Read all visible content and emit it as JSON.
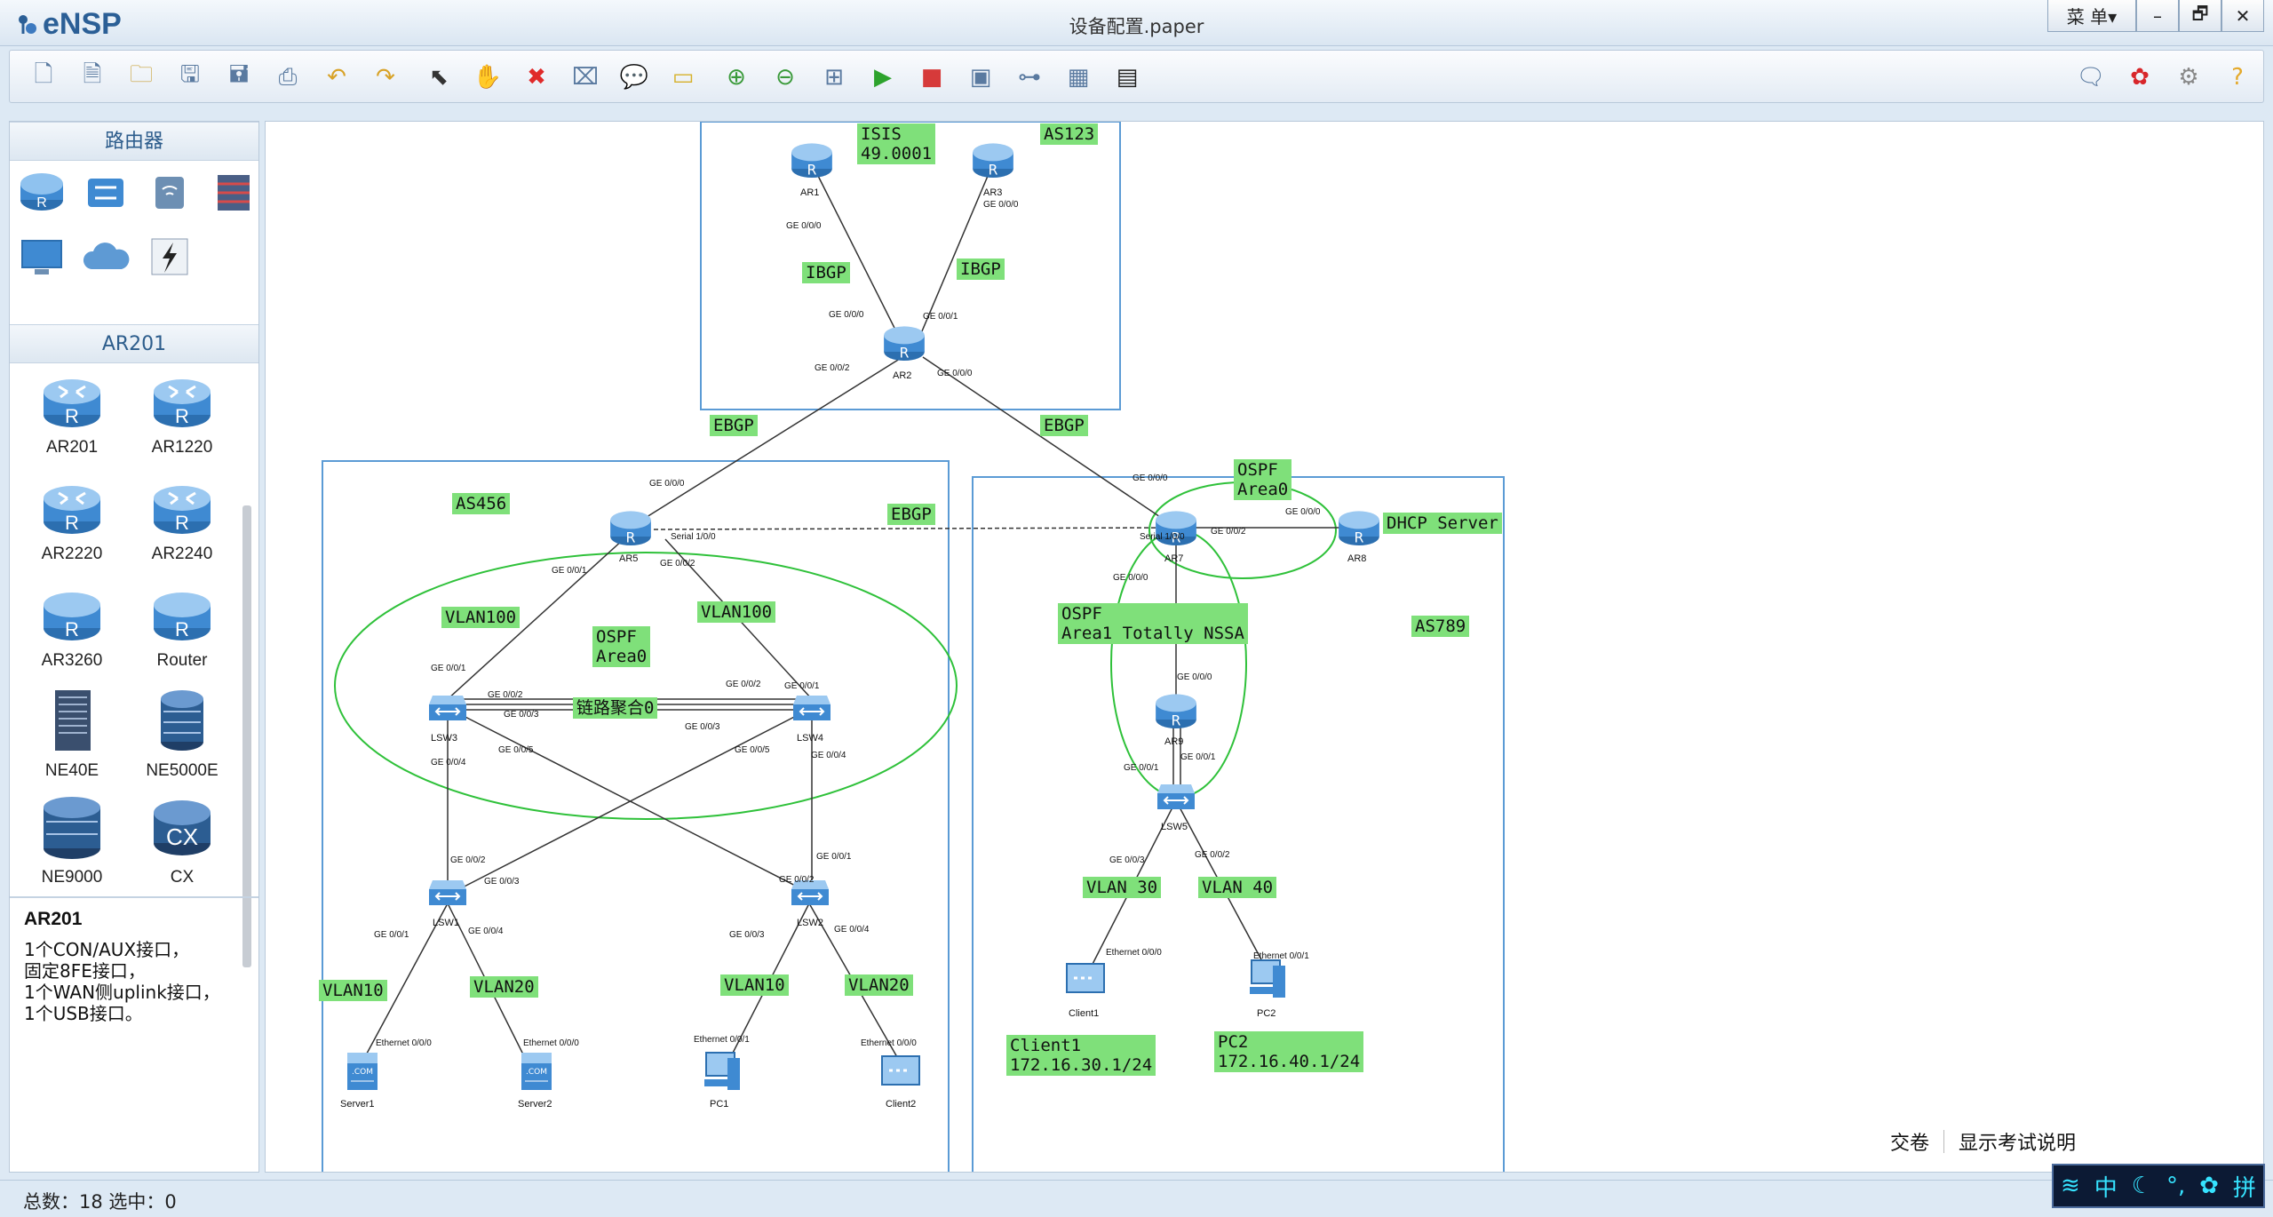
{
  "app": {
    "logo_text": "eNSP",
    "title": "设备配置.paper"
  },
  "window_buttons": {
    "menu_label": "菜 单▾",
    "minimize": "–",
    "restore": "🗗",
    "close": "✕"
  },
  "toolbar": {
    "left_icons": [
      "new-file-icon",
      "new-topology-icon",
      "open-icon",
      "save-icon",
      "save-as-icon",
      "print-icon",
      "undo-icon",
      "redo-icon",
      "select-icon",
      "pan-hand-icon",
      "delete-icon",
      "delete-link-icon",
      "text-icon",
      "rectangle-icon",
      "zoom-in-icon",
      "zoom-out-icon",
      "fit-icon",
      "start-icon",
      "stop-icon",
      "capture-icon",
      "topology-icon",
      "grid-icon",
      "cli-icon"
    ],
    "right_icons": [
      "chat-icon",
      "huawei-icon",
      "settings-icon",
      "help-icon"
    ]
  },
  "left_panel": {
    "category_header": "路由器",
    "category_icons": [
      "router-category-icon",
      "switch-category-icon",
      "wireless-category-icon",
      "firewall-category-icon",
      "pc-category-icon",
      "cloud-category-icon",
      "connection-category-icon"
    ],
    "device_header": "AR201",
    "devices": [
      {
        "label": "AR201"
      },
      {
        "label": "AR1220"
      },
      {
        "label": "AR2220"
      },
      {
        "label": "AR2240"
      },
      {
        "label": "AR3260"
      },
      {
        "label": "Router"
      },
      {
        "label": "NE40E"
      },
      {
        "label": "NE5000E"
      },
      {
        "label": "NE9000"
      },
      {
        "label": "CX"
      }
    ],
    "description": {
      "title": "AR201",
      "lines": [
        "1个CON/AUX接口，",
        "固定8FE接口，",
        "1个WAN侧uplink接口，",
        "1个USB接口。"
      ]
    }
  },
  "topology": {
    "labels": [
      {
        "text": "ISIS\n49.0001"
      },
      {
        "text": "AS123"
      },
      {
        "text": "IBGP"
      },
      {
        "text": "IBGP"
      },
      {
        "text": "EBGP"
      },
      {
        "text": "EBGP"
      },
      {
        "text": "EBGP"
      },
      {
        "text": "AS456"
      },
      {
        "text": "OSPF\nArea0"
      },
      {
        "text": "DHCP Server"
      },
      {
        "text": "VLAN100"
      },
      {
        "text": "VLAN100"
      },
      {
        "text": "OSPF\nArea0"
      },
      {
        "text": "链路聚合0"
      },
      {
        "text": "OSPF\nArea1 Totally NSSA"
      },
      {
        "text": "AS789"
      },
      {
        "text": "VLAN 30"
      },
      {
        "text": "VLAN 40"
      },
      {
        "text": "VLAN10"
      },
      {
        "text": "VLAN20"
      },
      {
        "text": "VLAN10"
      },
      {
        "text": "VLAN20"
      },
      {
        "text": "Client1\n172.16.30.1/24"
      },
      {
        "text": "PC2\n172.16.40.1/24"
      }
    ],
    "devices": [
      {
        "name": "AR1"
      },
      {
        "name": "AR3"
      },
      {
        "name": "AR2"
      },
      {
        "name": "AR5"
      },
      {
        "name": "AR7"
      },
      {
        "name": "AR8"
      },
      {
        "name": "AR9"
      },
      {
        "name": "LSW3"
      },
      {
        "name": "LSW4"
      },
      {
        "name": "LSW5"
      },
      {
        "name": "LSW1"
      },
      {
        "name": "LSW2"
      },
      {
        "name": "Server1"
      },
      {
        "name": "Server2"
      },
      {
        "name": "PC1"
      },
      {
        "name": "Client2"
      },
      {
        "name": "Client1"
      },
      {
        "name": "PC2"
      }
    ],
    "ports": [
      "GE 0/0/0",
      "GE 0/0/0",
      "GE 0/0/0",
      "GE 0/0/1",
      "GE 0/0/2",
      "GE 0/0/0",
      "GE 0/0/0",
      "GE 0/0/0",
      "Serial 1/0/0",
      "GE 0/0/1",
      "GE 0/0/2",
      "Serial 1/0/0",
      "GE 0/0/2",
      "GE 0/0/0",
      "GE 0/0/0",
      "GE 0/0/1",
      "GE 0/0/2",
      "GE 0/0/3",
      "GE 0/0/4",
      "GE 0/0/5",
      "GE 0/0/2",
      "GE 0/0/1",
      "GE 0/0/3",
      "GE 0/0/5",
      "GE 0/0/4",
      "GE 0/0/0",
      "GE 0/0/1",
      "GE 0/0/1",
      "GE 0/0/3",
      "GE 0/0/2",
      "GE 0/0/2",
      "GE 0/0/3",
      "GE 0/0/1",
      "GE 0/0/4",
      "GE 0/0/1",
      "GE 0/0/2",
      "GE 0/0/3",
      "GE 0/0/4",
      "Ethernet 0/0/0",
      "Ethernet 0/0/0",
      "Ethernet 0/0/1",
      "Ethernet 0/0/0",
      "Ethernet 0/0/0",
      "Ethernet 0/0/1"
    ]
  },
  "bottom_actions": {
    "submit": "交卷",
    "exam_info": "显示考试说明"
  },
  "status": {
    "text": "总数：18  选中：0"
  },
  "ime": {
    "lang": "中",
    "items": [
      "☾",
      "°,",
      "✿",
      "拼"
    ]
  }
}
